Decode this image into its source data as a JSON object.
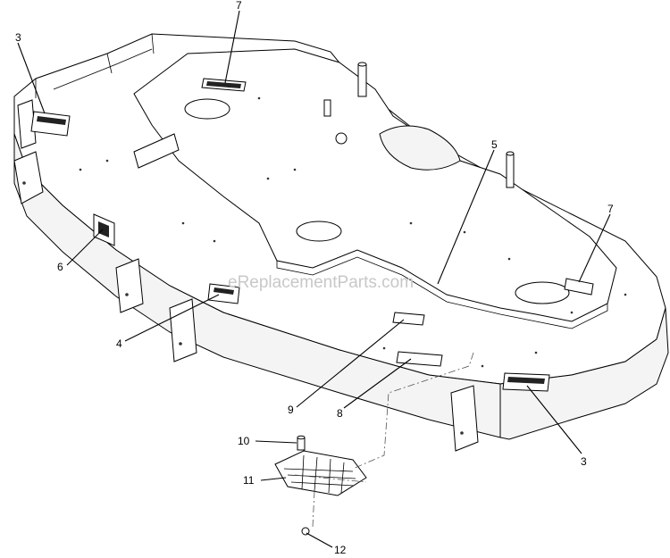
{
  "watermark": "eReplacementParts.com",
  "callouts": [
    "3",
    "7",
    "5",
    "7",
    "6",
    "4",
    "9",
    "8",
    "3",
    "10",
    "11",
    "12"
  ]
}
